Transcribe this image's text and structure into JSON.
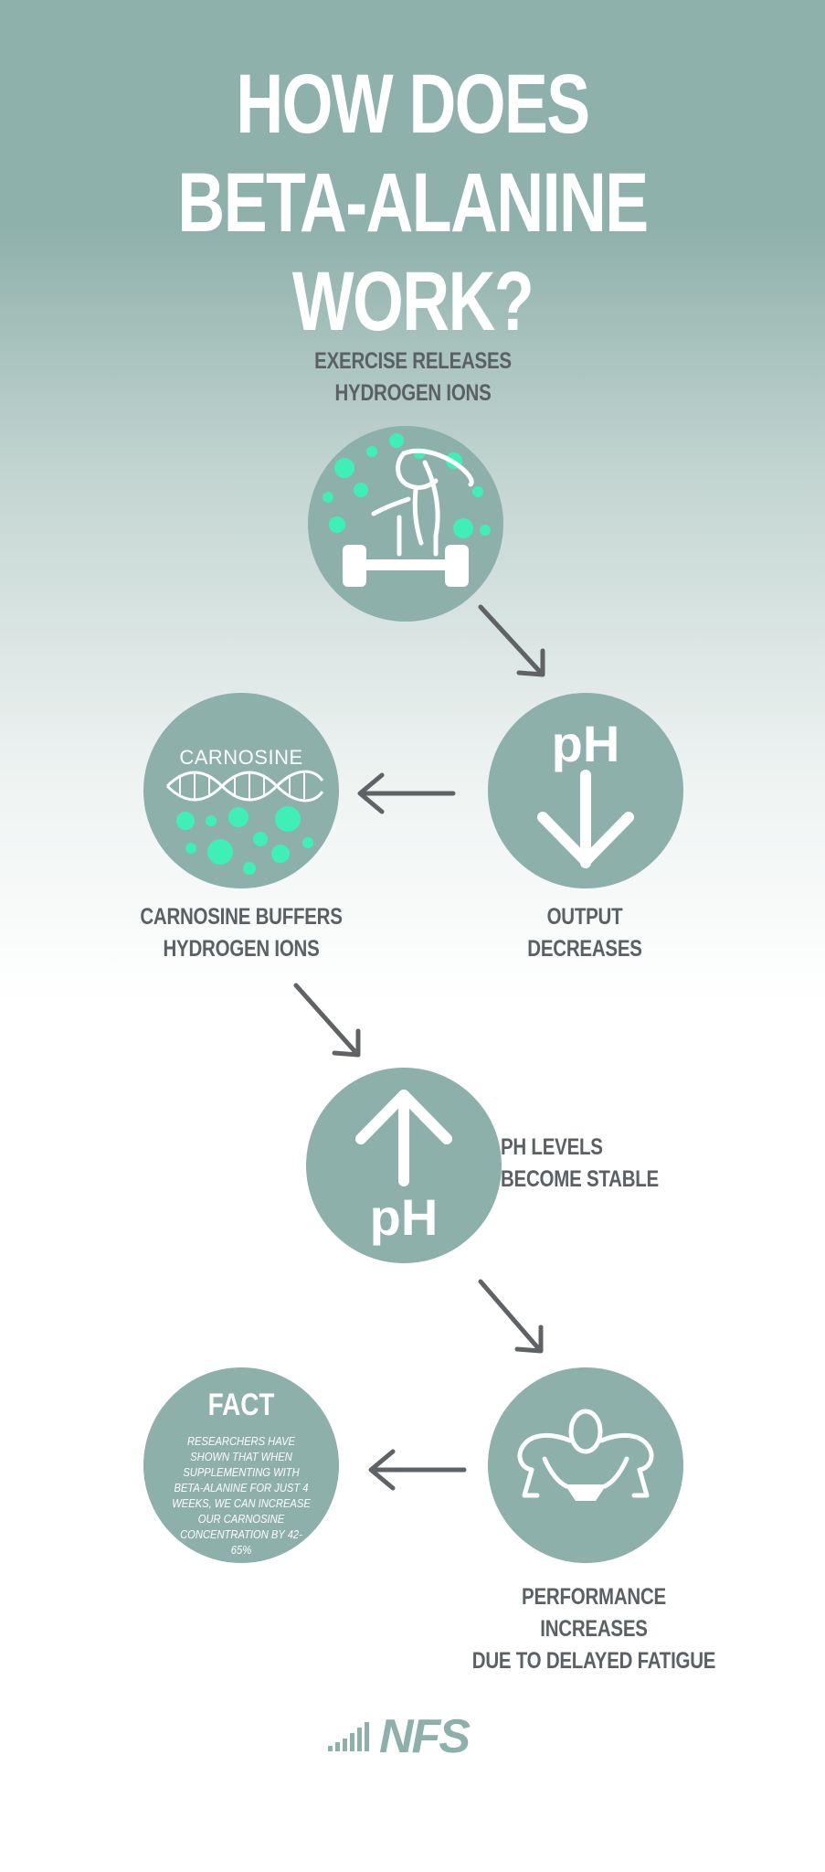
{
  "title": {
    "line1": "HOW DOES",
    "line2": "BETA-ALANINE WORK?"
  },
  "steps": {
    "exercise": {
      "line1": "EXERCISE RELEASES",
      "line2": "HYDROGEN IONS"
    },
    "output": {
      "line1": "OUTPUT",
      "line2": "DECREASES",
      "badge": "pH"
    },
    "carnosine": {
      "line1": "CARNOSINE BUFFERS",
      "line2": "HYDROGEN IONS",
      "badge": "CARNOSINE"
    },
    "stable": {
      "line1": "PH LEVELS",
      "line2": "BECOME STABLE",
      "badge": "pH"
    },
    "performance": {
      "line1": "PERFORMANCE INCREASES",
      "line2": "DUE TO DELAYED FATIGUE"
    }
  },
  "fact": {
    "title": "FACT",
    "body": "RESEARCHERS HAVE SHOWN THAT WHEN SUPPLEMENTING WITH BETA-ALANINE FOR JUST 4 WEEKS, WE CAN INCREASE OUR CARNOSINE CONCENTRATION BY 42-65%"
  },
  "logo": {
    "text": "NFS"
  },
  "colors": {
    "circle": "#8eb0aa",
    "ion": "#3ef0b5",
    "label": "#5a6063",
    "arrow": "#5f6366"
  },
  "icons": [
    "weightlifter-icon",
    "ph-down-icon",
    "dna-helix-icon",
    "ph-up-icon",
    "muscle-man-icon",
    "nfs-logo-icon"
  ]
}
